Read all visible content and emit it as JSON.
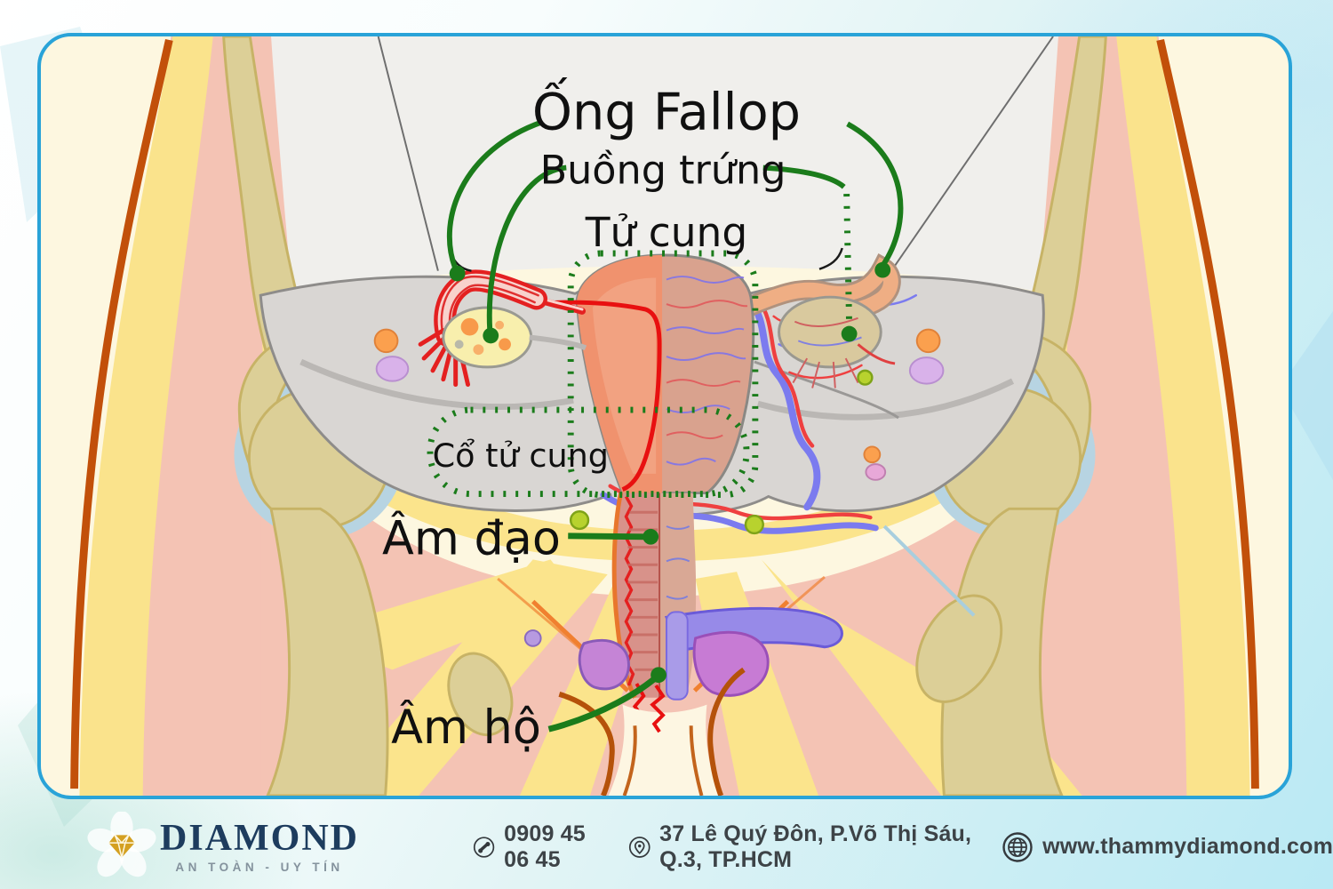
{
  "diagram": {
    "labels": {
      "fallopian_tube": "Ống Fallop",
      "ovary": "Buồng trứng",
      "uterus": "Tử cung",
      "cervix": "Cổ tử cung",
      "vagina": "Âm đạo",
      "vulva": "Âm hộ"
    },
    "annotation_color": "#1b7c1b",
    "label_color": "#101010"
  },
  "card": {
    "border_color": "#29a3d8",
    "background_color": "#fdf7e0"
  },
  "footer": {
    "brand": {
      "name": "DIAMOND",
      "tagline": "AN TOÀN - UY TÍN",
      "name_color": "#1d3c5e",
      "gold_color": "#d4a021"
    },
    "contact": {
      "phone": "0909 45 06 45",
      "address": "37 Lê Quý Đôn, P.Võ Thị Sáu, Q.3, TP.HCM",
      "website": "www.thammydiamond.com"
    }
  }
}
